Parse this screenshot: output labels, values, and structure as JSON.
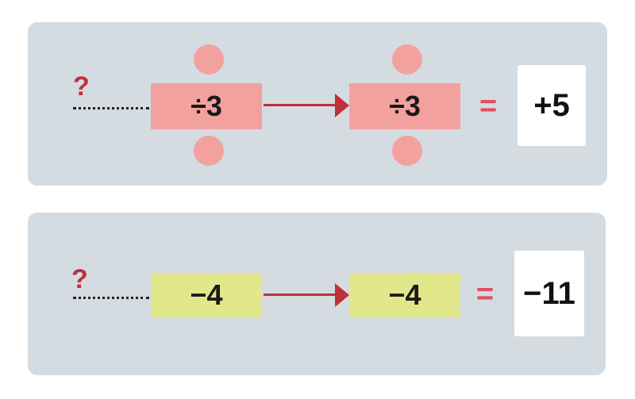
{
  "rows": [
    {
      "question": "?",
      "op_1": "÷3",
      "op_2": "÷3",
      "equals": "=",
      "result": "+5",
      "box_color": "#f3a19e",
      "decorations": "pink-circles"
    },
    {
      "question": "?",
      "op_1": "−4",
      "op_2": "−4",
      "equals": "=",
      "result": "−11",
      "box_color": "#e2e78c",
      "decorations": "none"
    }
  ],
  "colors": {
    "panel": "#d4dce2",
    "arrow": "#c0303a",
    "equals": "#e05060",
    "question": "#c0303a"
  }
}
